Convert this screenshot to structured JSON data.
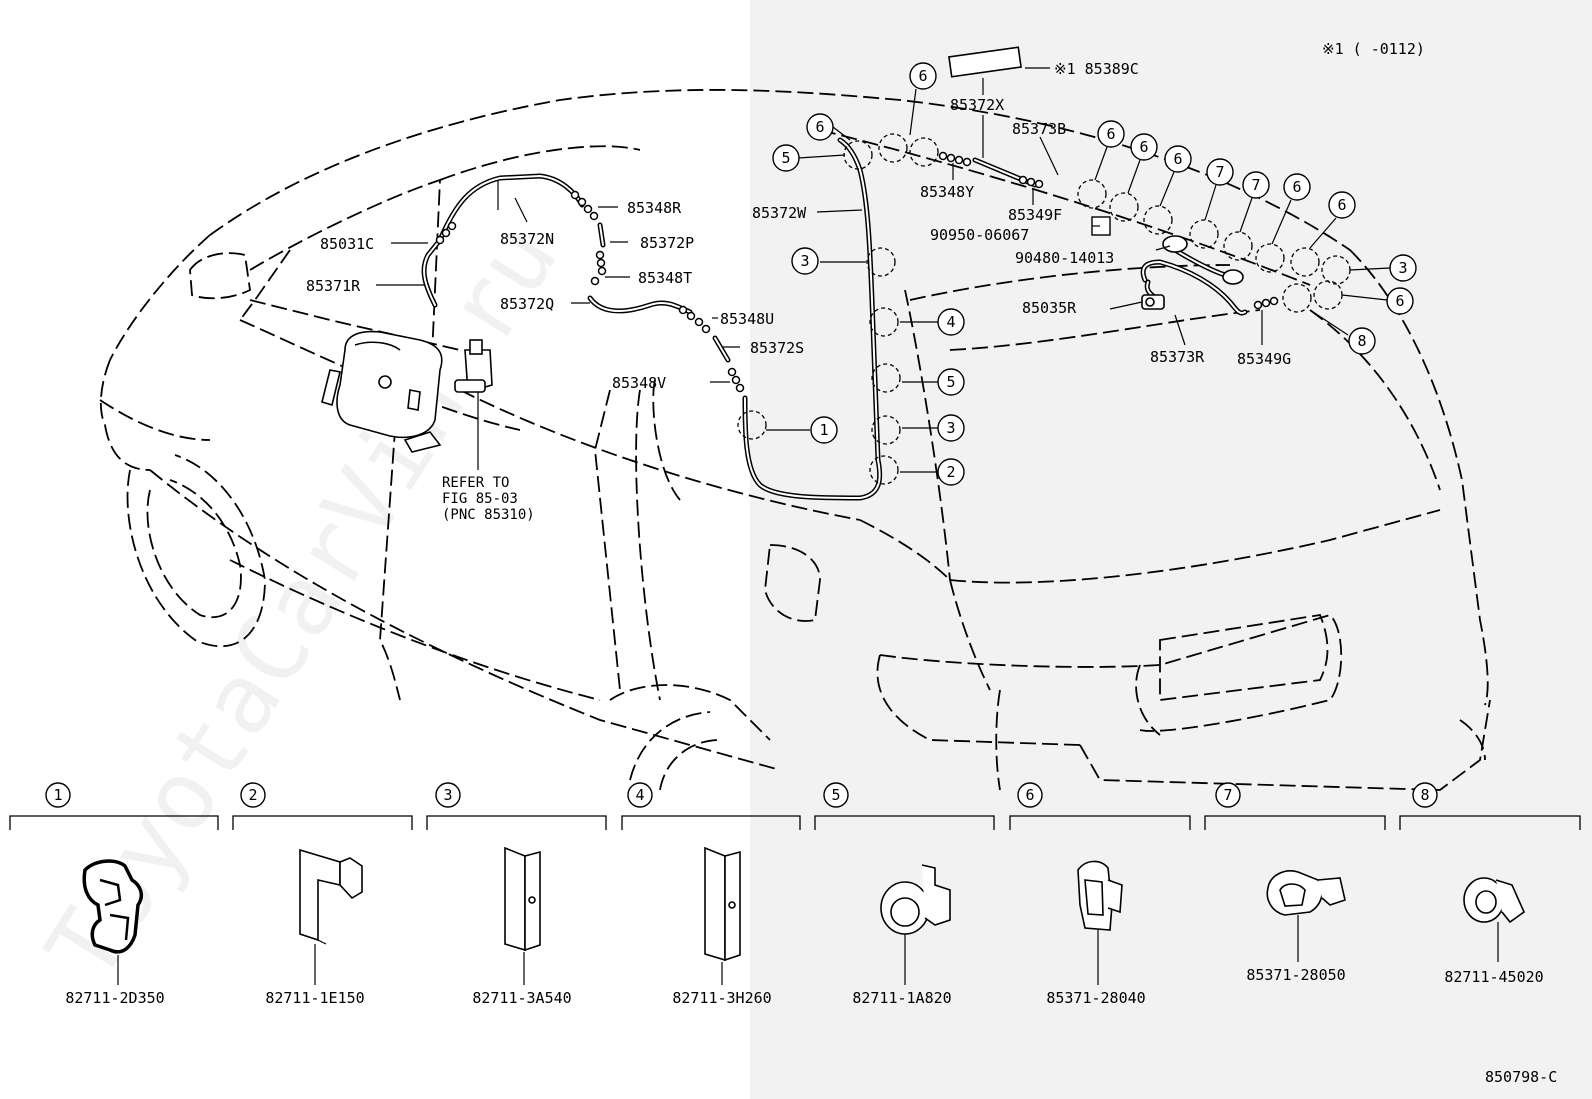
{
  "header_note": "※1 (   -0112)",
  "diagram_code": "850798-C",
  "watermark": "ToyotaCarVin.ru",
  "refer_note": [
    "REFER TO",
    "FIG 85-03",
    "(PNC 85310)"
  ],
  "part_labels": {
    "p85389C": "※1 85389C",
    "p85372X": "85372X",
    "p85373B": "85373B",
    "p85348Y": "85348Y",
    "p85349F": "85349F",
    "p90950": "90950-06067",
    "p90480": "90480-14013",
    "p85035R": "85035R",
    "p85373R": "85373R",
    "p85349G": "85349G",
    "p85372W": "85372W",
    "p85348R": "85348R",
    "p85372N": "85372N",
    "p85031C": "85031C",
    "p85372P": "85372P",
    "p85371R": "85371R",
    "p85348T": "85348T",
    "p85372Q": "85372Q",
    "p85348U": "85348U",
    "p85372S": "85372S",
    "p85348V": "85348V"
  },
  "callout_numbers": [
    "1",
    "2",
    "3",
    "4",
    "5",
    "6",
    "7",
    "8"
  ],
  "clip_panels": [
    {
      "number": "1",
      "part_no": "82711-2D350"
    },
    {
      "number": "2",
      "part_no": "82711-1E150"
    },
    {
      "number": "3",
      "part_no": "82711-3A540"
    },
    {
      "number": "4",
      "part_no": "82711-3H260"
    },
    {
      "number": "5",
      "part_no": "82711-1A820"
    },
    {
      "number": "6",
      "part_no": "85371-28040"
    },
    {
      "number": "7",
      "part_no": "85371-28050"
    },
    {
      "number": "8",
      "part_no": "82711-45020"
    }
  ]
}
